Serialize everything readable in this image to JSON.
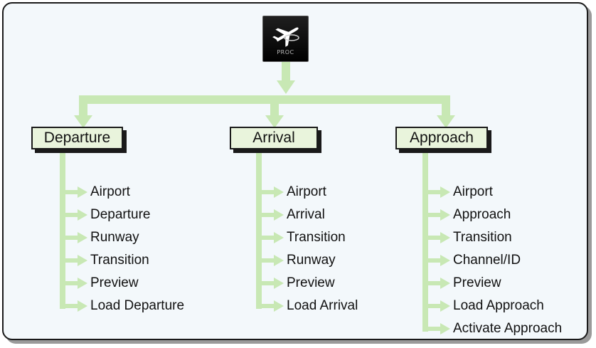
{
  "proc_button": {
    "label": "PROC",
    "icon": "airplane-icon"
  },
  "categories": [
    {
      "label": "Departure",
      "items": [
        "Airport",
        "Departure",
        "Runway",
        "Transition",
        "Preview",
        "Load Departure"
      ]
    },
    {
      "label": "Arrival",
      "items": [
        "Airport",
        "Arrival",
        "Transition",
        "Runway",
        "Preview",
        "Load Arrival"
      ]
    },
    {
      "label": "Approach",
      "items": [
        "Airport",
        "Approach",
        "Transition",
        "Channel/ID",
        "Preview",
        "Load Approach",
        "Activate Approach"
      ]
    }
  ],
  "colors": {
    "arrow": "#c8e8b4",
    "box_fill": "#e9f4dc",
    "panel_fill": "#f3f8fb",
    "border": "#1a1a1a"
  }
}
